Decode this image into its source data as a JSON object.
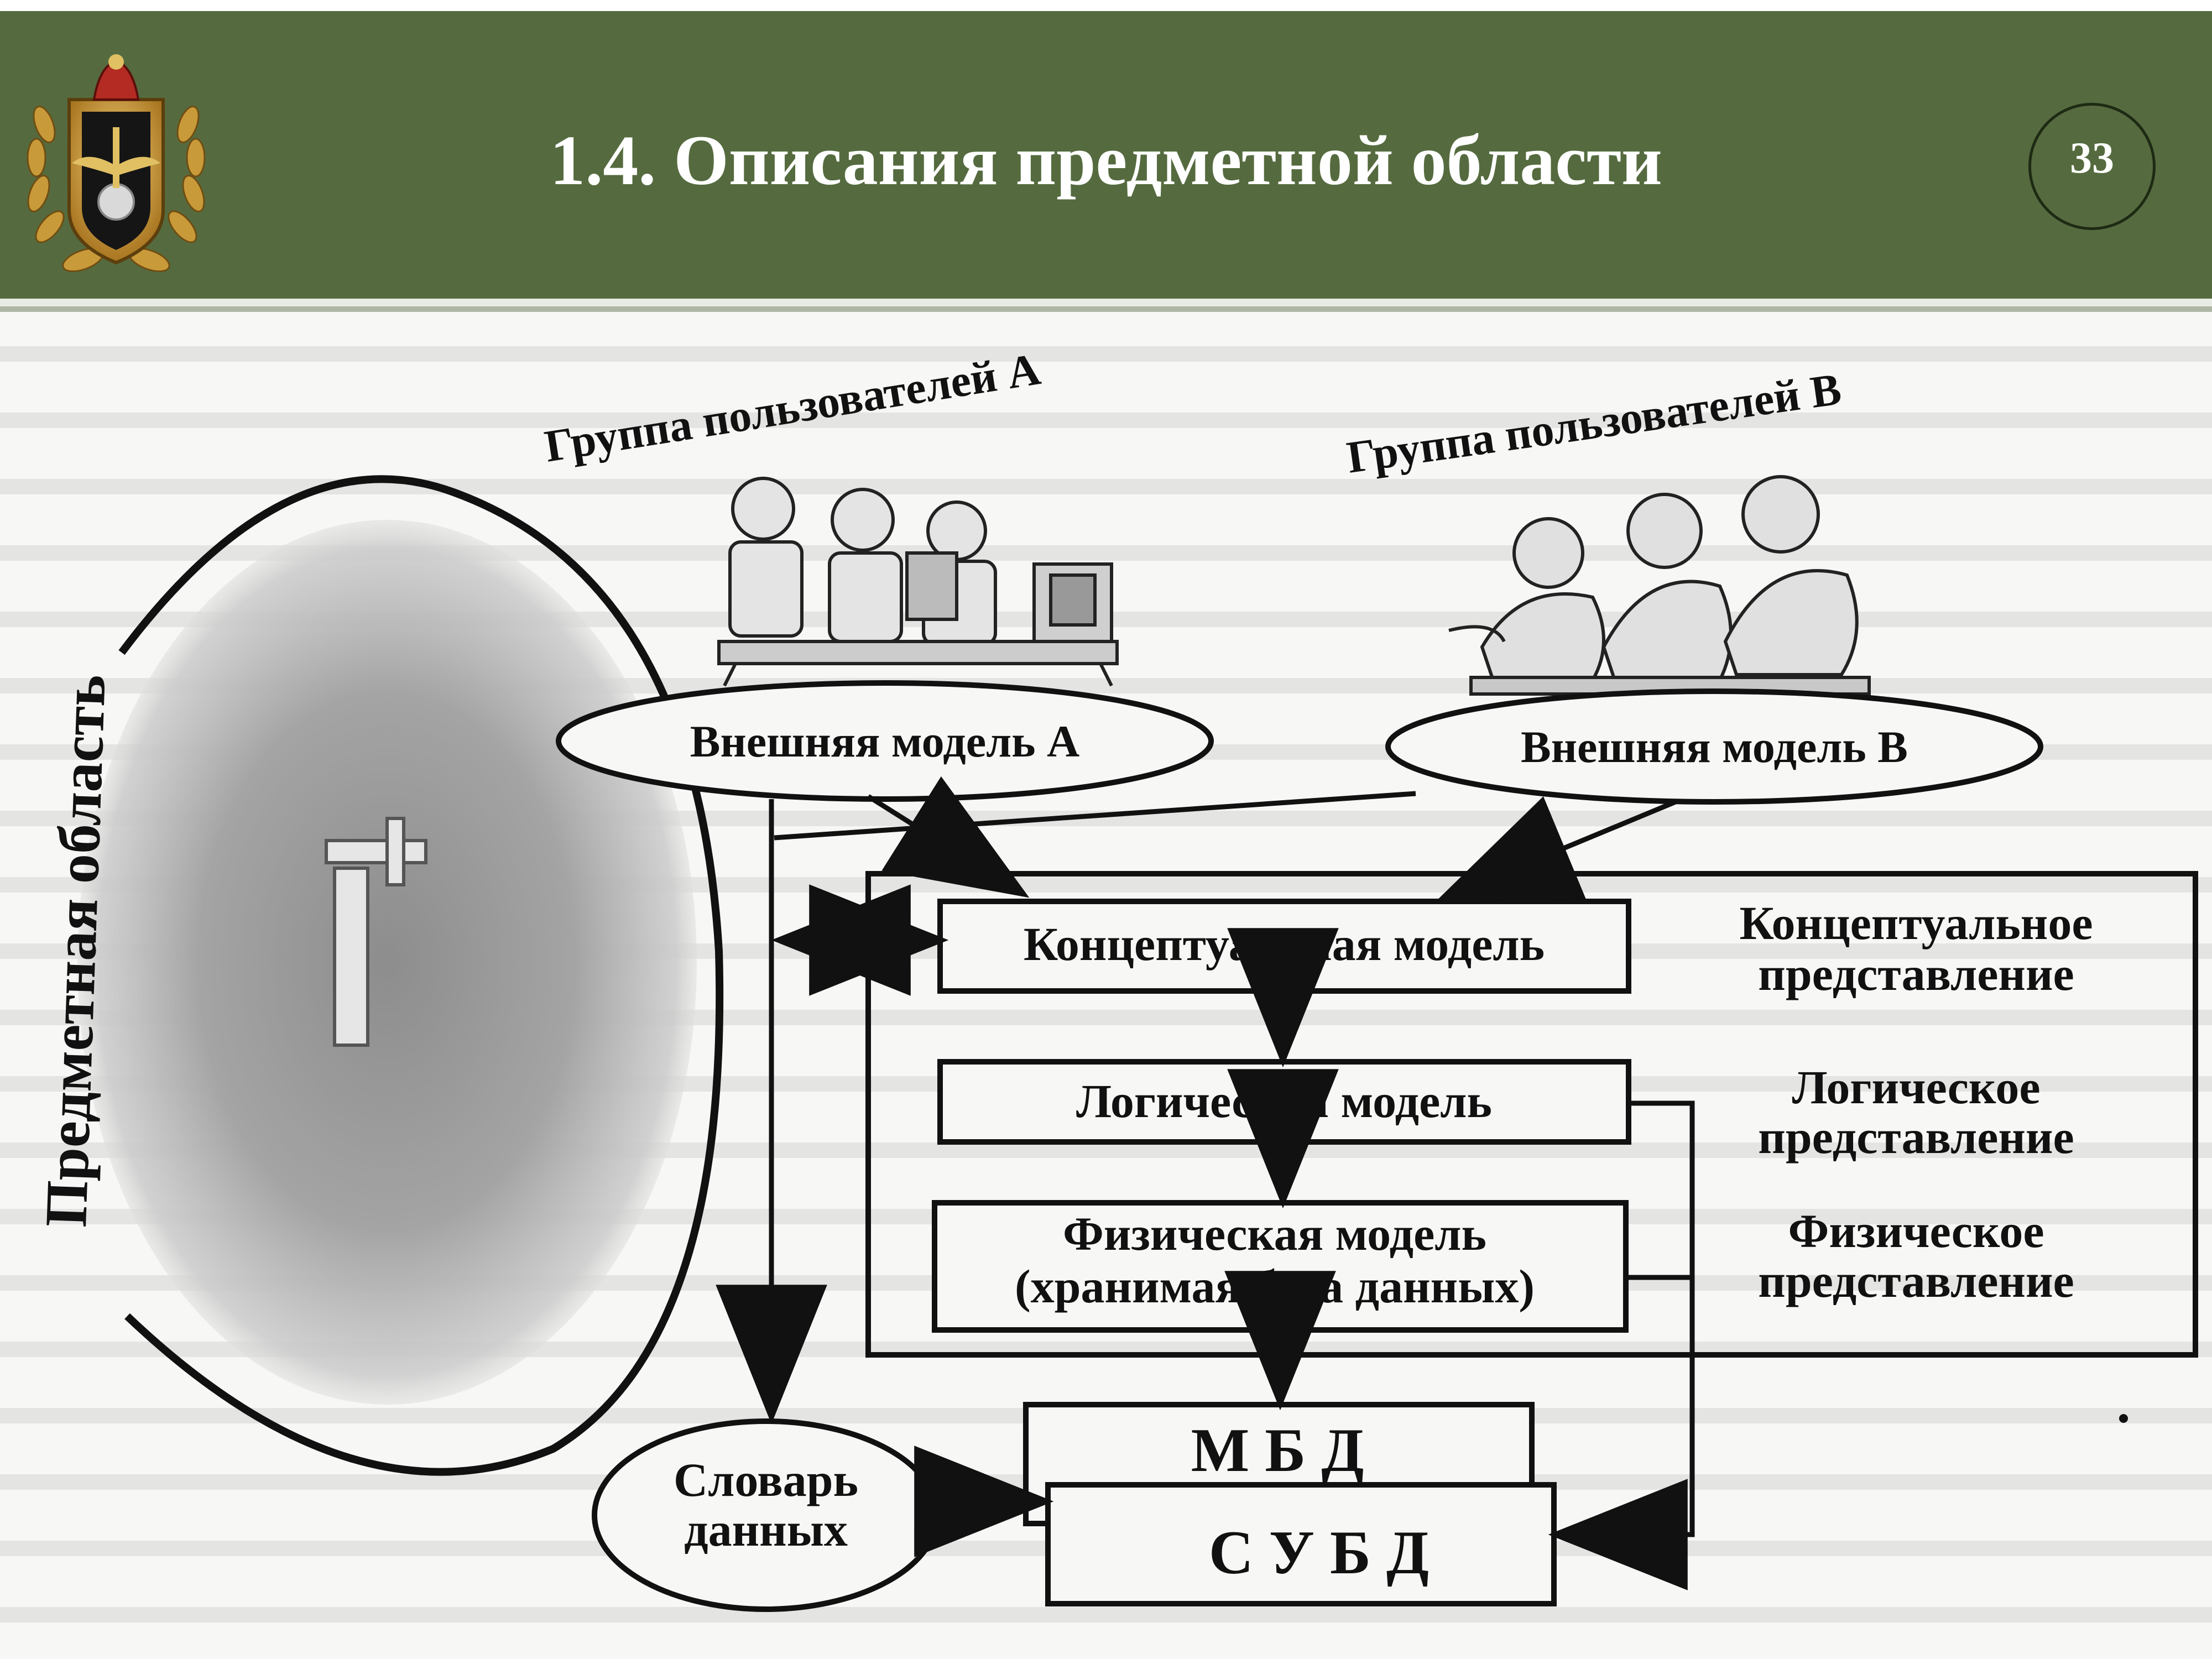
{
  "slide": {
    "title": "1.4. Описания предметной области",
    "page_number": "33",
    "colors": {
      "header": "#556b3f",
      "title_text": "#ffffff",
      "diagram_ink": "#111111"
    }
  },
  "diagram": {
    "domain_label": "Предметная область",
    "group_a_label": "Группа пользователей А",
    "group_b_label": "Группа пользователей В",
    "external_model_a": "Внешняя модель А",
    "external_model_b": "Внешняя модель В",
    "conceptual_model": "Концептуальная модель",
    "logical_model": "Логическая модель",
    "physical_model_line1": "Физическая модель",
    "physical_model_line2": "(хранимая база данных)",
    "conceptual_view_line1": "Концептуальное",
    "conceptual_view_line2": "представление",
    "logical_view_line1": "Логическое",
    "logical_view_line2": "представление",
    "physical_view_line1": "Физическое",
    "physical_view_line2": "представление",
    "data_dictionary_line1": "Словарь",
    "data_dictionary_line2": "данных",
    "mbd_label": "М Б Д",
    "dbms_label": "С У Б Д",
    "icons": [
      "emblem-icon",
      "users-group-a-icon",
      "users-group-b-icon",
      "domain-blob-icon"
    ]
  }
}
